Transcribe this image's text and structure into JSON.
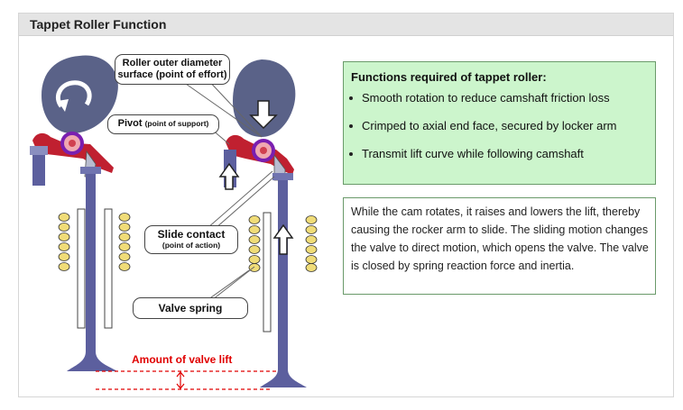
{
  "header": {
    "title": "Tappet Roller Function"
  },
  "callouts": {
    "roller_outer": {
      "line1": "Roller outer diameter",
      "line2": "surface (point of effort)"
    },
    "pivot": {
      "main": "Pivot",
      "sub": "(point of support)"
    },
    "slide_contact": {
      "main": "Slide contact",
      "sub": "(point of action)"
    },
    "valve_spring": "Valve spring",
    "valve_lift": "Amount of valve lift"
  },
  "functions": {
    "title": "Functions required of tappet roller:",
    "items": [
      "Smooth rotation to reduce camshaft friction loss",
      "Crimped to axial end face, secured by locker arm",
      "Transmit lift curve while following camshaft"
    ]
  },
  "description": "While the cam rotates, it raises and lowers the lift, thereby causing the rocker arm to slide. The sliding motion changes the valve to direct motion, which opens the valve. The valve is closed by spring reaction force and inertia.",
  "colors": {
    "cam": "#5a6288",
    "valve": "#5c5f9e",
    "spring": "#f0dc78",
    "rocker": "#c02030",
    "roller_ring": "#7a1fb0",
    "func_bg": "#ccf5cc",
    "lift_red": "#e00000"
  }
}
